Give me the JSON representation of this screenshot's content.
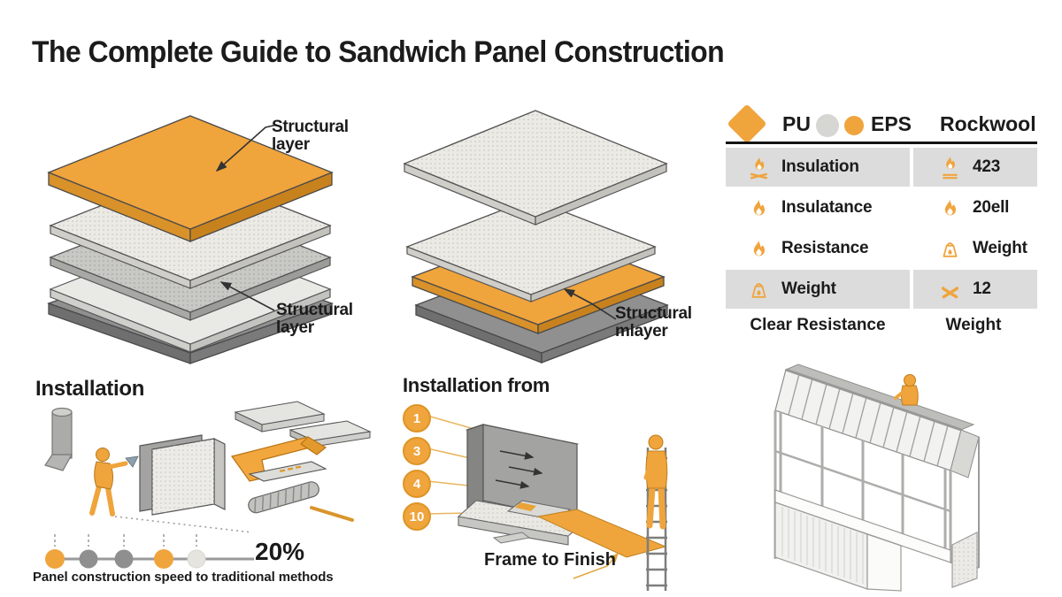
{
  "header": {
    "title": "The Complete Guide to Sandwich Panel Construction"
  },
  "diagrams": {
    "left": {
      "label_top": "Structural layer",
      "label_bottom": "Structural layer"
    },
    "middle": {
      "label": "Structural mlayer"
    }
  },
  "comparison": {
    "legend": {
      "pu": "PU",
      "eps": "EPS",
      "rockwool": "Rockwool"
    },
    "rows": [
      {
        "left": {
          "icon": "bonfire-icon",
          "label": "Insulation"
        },
        "right": {
          "icon": "fire-grate-icon",
          "label": "423"
        }
      },
      {
        "left": {
          "icon": "flame-icon",
          "label": "Insulatance"
        },
        "right": {
          "icon": "flame-icon",
          "label": "20ell"
        }
      },
      {
        "left": {
          "icon": "flame-icon",
          "label": "Resistance"
        },
        "right": {
          "icon": "weight-icon",
          "label": "Weight"
        }
      },
      {
        "left": {
          "icon": "weight-icon",
          "label": "Weight"
        },
        "right": {
          "icon": "tools-icon",
          "label": "12"
        }
      }
    ],
    "footer": {
      "left": "Clear Resistance",
      "right": "Weight"
    }
  },
  "installation": {
    "heading": "Installation",
    "percent": "20%",
    "caption": "Panel construction speed to traditional methods"
  },
  "installation_from": {
    "heading": "Installation from",
    "steps": [
      "1",
      "3",
      "4",
      "10"
    ],
    "caption": "Frame to Finish"
  },
  "colors": {
    "accent": "#F0A43C",
    "dark_panel": "#8F8F8F",
    "row_shade": "#DCDCDC"
  }
}
